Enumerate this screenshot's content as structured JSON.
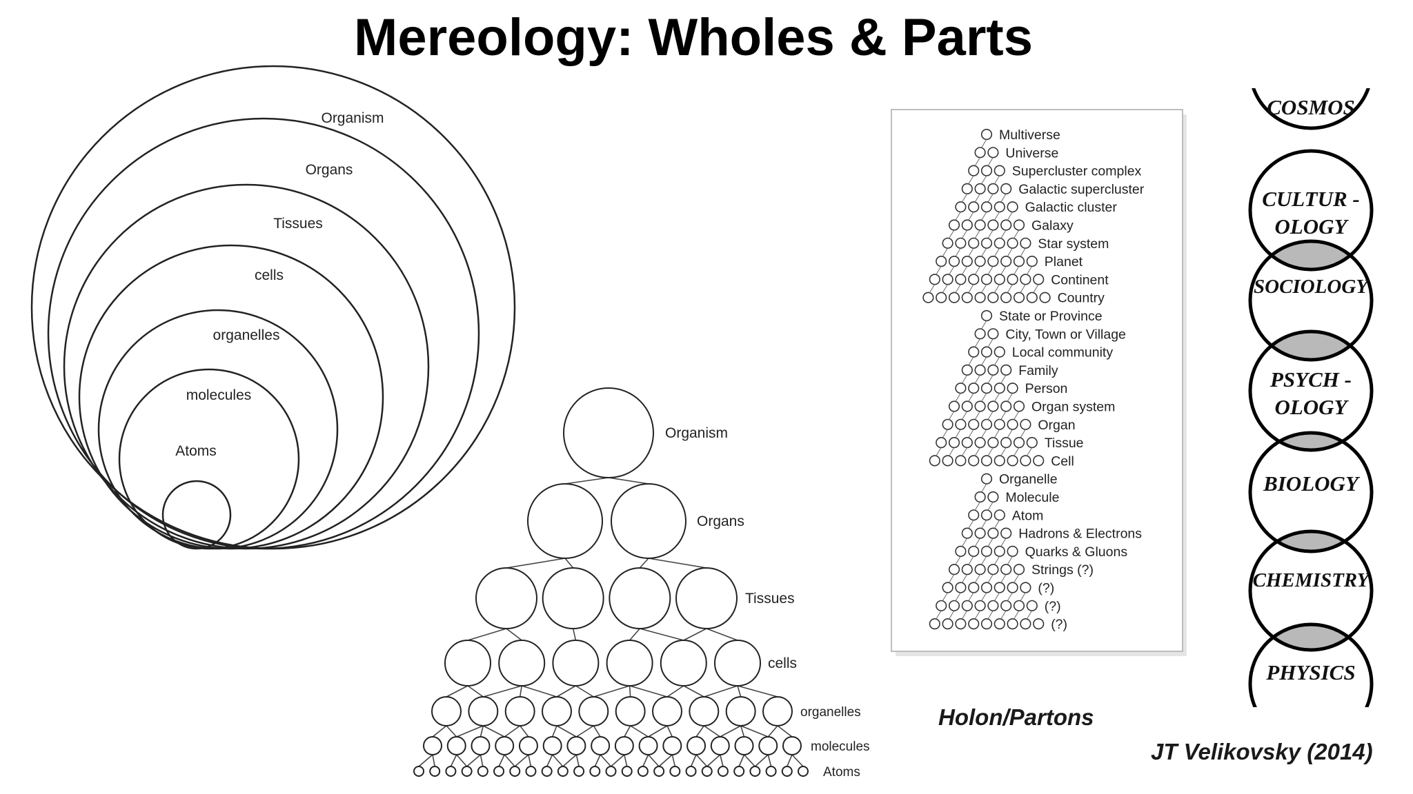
{
  "title": "Mereology: Wholes & Parts",
  "nested_circles": {
    "labels": [
      "Organism",
      "Organs",
      "Tissues",
      "cells",
      "organelles",
      "molecules",
      "Atoms"
    ]
  },
  "hierarchy_tree": {
    "levels": [
      {
        "label": "Organism",
        "count": 1
      },
      {
        "label": "Organs",
        "count": 2
      },
      {
        "label": "Tissues",
        "count": 4
      },
      {
        "label": "cells",
        "count": 6
      },
      {
        "label": "organelles",
        "count": 10
      },
      {
        "label": "molecules",
        "count": 16
      },
      {
        "label": "Atoms",
        "count": 25
      }
    ]
  },
  "holon_levels": [
    "Multiverse",
    "Universe",
    "Supercluster complex",
    "Galactic supercluster",
    "Galactic cluster",
    "Galaxy",
    "Star system",
    "Planet",
    "Continent",
    "Country",
    "State or Province",
    "City, Town or Village",
    "Local community",
    "Family",
    "Person",
    "Organ system",
    "Organ",
    "Tissue",
    "Cell",
    "Organelle",
    "Molecule",
    "Atom",
    "Hadrons & Electrons",
    "Quarks & Gluons",
    "Strings (?)",
    "(?)",
    "(?)",
    "(?)"
  ],
  "holon_caption": "Holon/Partons",
  "sciences": [
    {
      "line1": "COSMOS",
      "line2": ""
    },
    {
      "line1": "CULTUR -",
      "line2": "OLOGY"
    },
    {
      "line1": "SOCIOLOGY",
      "line2": ""
    },
    {
      "line1": "PSYCH -",
      "line2": "OLOGY"
    },
    {
      "line1": "BIOLOGY",
      "line2": ""
    },
    {
      "line1": "CHEMISTRY",
      "line2": ""
    },
    {
      "line1": "PHYSICS",
      "line2": ""
    }
  ],
  "credit": "JT Velikovsky (2014)",
  "colors": {
    "overlap": "#b9b9b9",
    "ink": "#222222"
  }
}
